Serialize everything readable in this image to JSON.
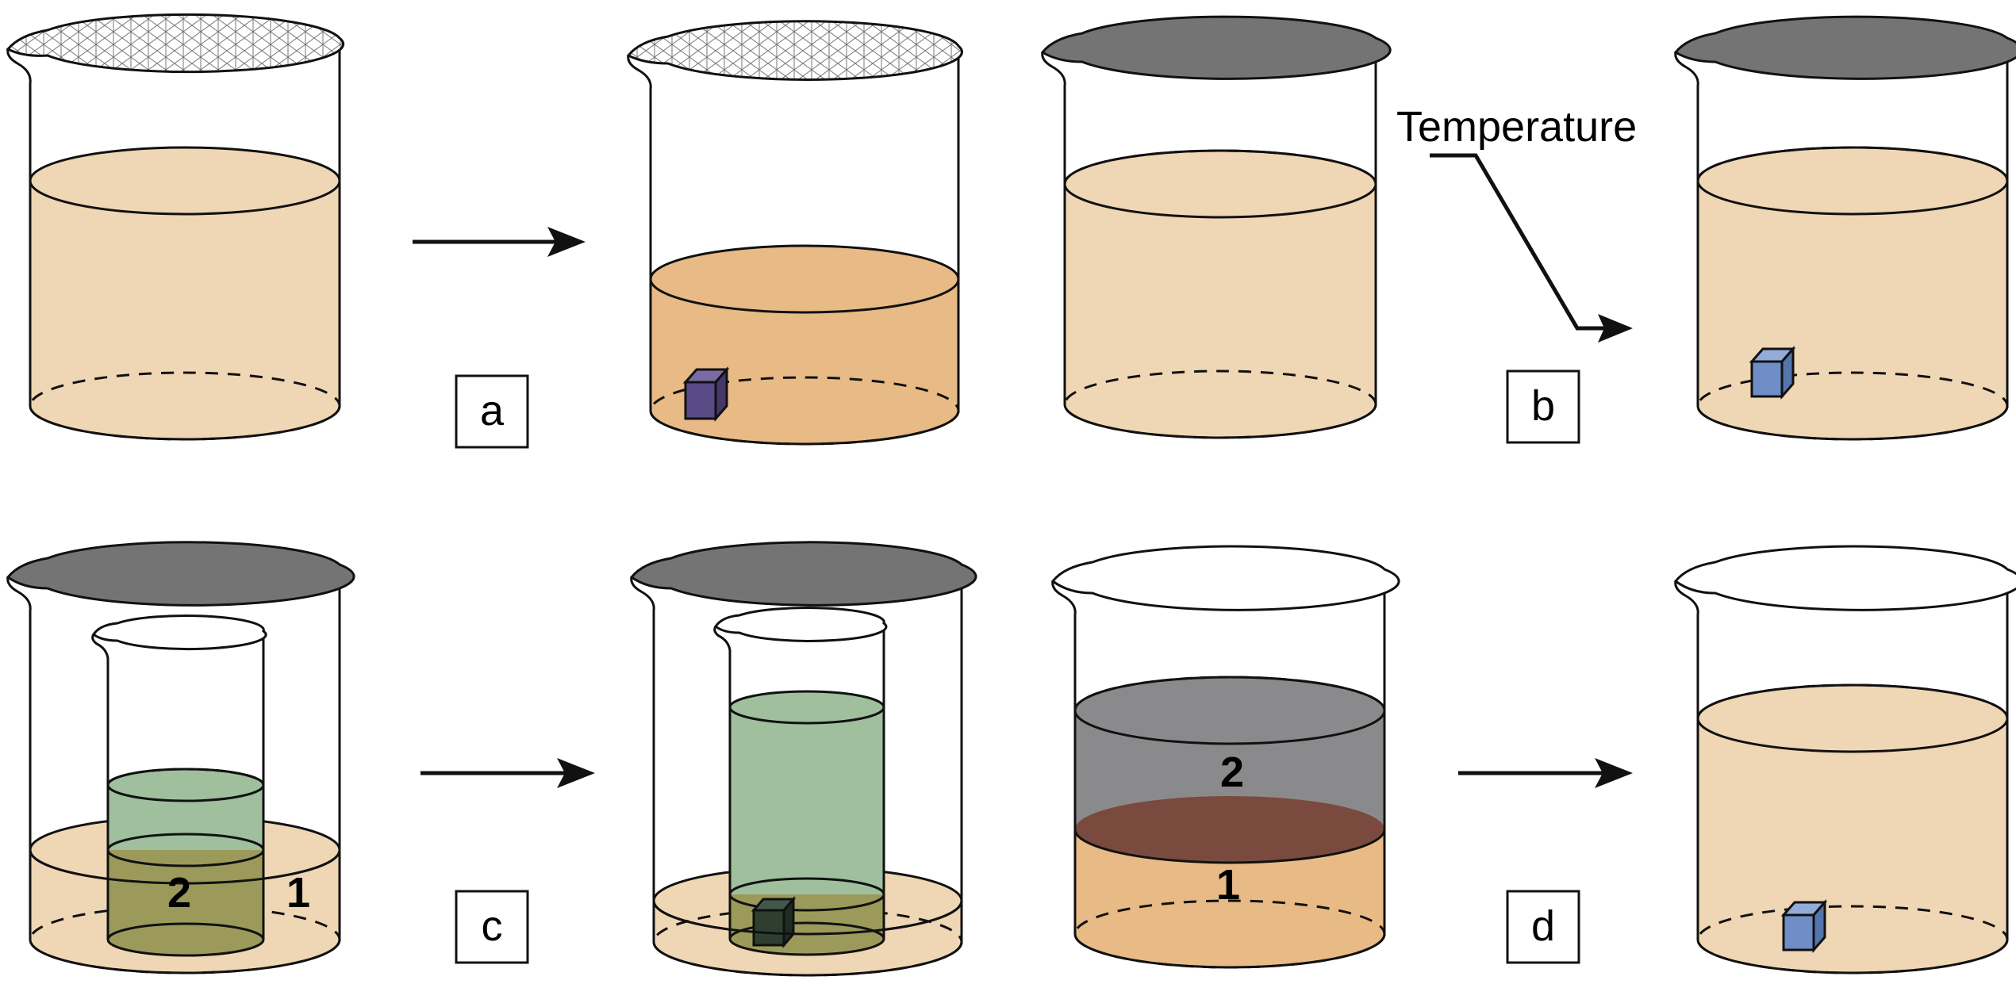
{
  "panels": {
    "a": {
      "label": "a"
    },
    "b": {
      "label": "b",
      "annotation": "Temperature"
    },
    "c": {
      "label": "c",
      "outer_layer": "1",
      "inner_layer": "2"
    },
    "d": {
      "label": "d",
      "bottom_layer": "1",
      "top_layer": "2"
    }
  },
  "colors": {
    "liquid_light": "#efd6b4",
    "liquid_medium": "#e8ba86",
    "liquid_green": "#a0bf9d",
    "liquid_olive": "#9c9a5b",
    "liquid_gray": "#8a8a8c",
    "liquid_brown": "#7a4a3e",
    "lid_gray": "#747474",
    "cube_purple": "#5a4a86",
    "cube_blue": "#6f8ec8",
    "cube_dark": "#2e3f30",
    "stroke": "#111111"
  }
}
